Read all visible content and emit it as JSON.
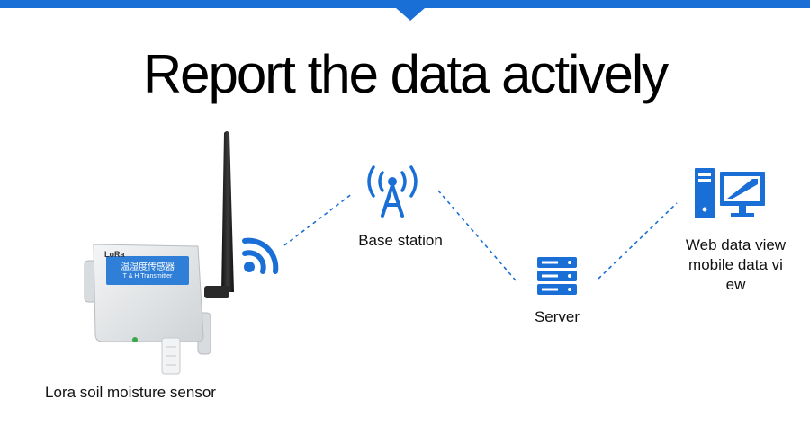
{
  "header": {
    "title": "Report the data actively"
  },
  "device": {
    "brand_tag": "LoRa",
    "panel_title": "温湿度传感器",
    "panel_subtitle": "T & H Transmitter"
  },
  "nodes": {
    "sensor": {
      "label": "Lora soil moisture sensor"
    },
    "base_station": {
      "label": "Base station"
    },
    "server": {
      "label": "Server"
    },
    "client": {
      "label_line1": "Web data view",
      "label_line2": "mobile data vi",
      "label_line3": "ew"
    }
  },
  "colors": {
    "accent": "#1a6fd6",
    "icon_blue": "#1a6fd6",
    "device_body": "#e8eaec",
    "device_label": "#2f7fd8",
    "text": "#111111"
  },
  "icons": {
    "wifi": "wifi-signal-icon",
    "tower": "antenna-tower-icon",
    "server": "server-rack-icon",
    "computer": "desktop-computer-icon"
  }
}
